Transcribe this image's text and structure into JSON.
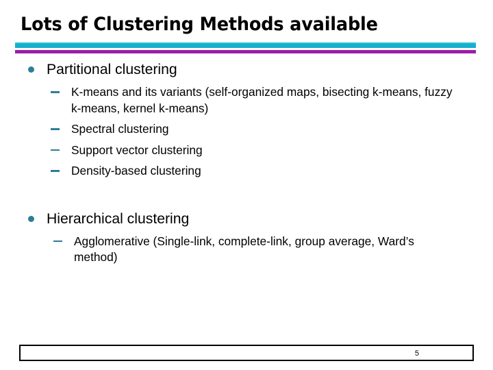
{
  "slide": {
    "title": "Lots of Clustering Methods available",
    "divider": {
      "cyan_color": "#17AFCE",
      "cyan_highlight_color": "#29BFD8",
      "purple_color": "#9B1EA8"
    },
    "marker_color": "#2E7D96",
    "text_color": "#000000",
    "background_color": "#FFFFFF",
    "groups": [
      {
        "heading": "Partitional clustering",
        "items": [
          "K-means and its variants (self-organized maps, bisecting k-means, fuzzy k-means, kernel k-means)",
          "Spectral clustering",
          "Support vector clustering",
          "Density-based clustering"
        ]
      },
      {
        "heading": "Hierarchical clustering",
        "items": [
          "Agglomerative (Single-link, complete-link, group average, Ward’s method)"
        ]
      }
    ],
    "footer": {
      "page_number": "5"
    }
  }
}
